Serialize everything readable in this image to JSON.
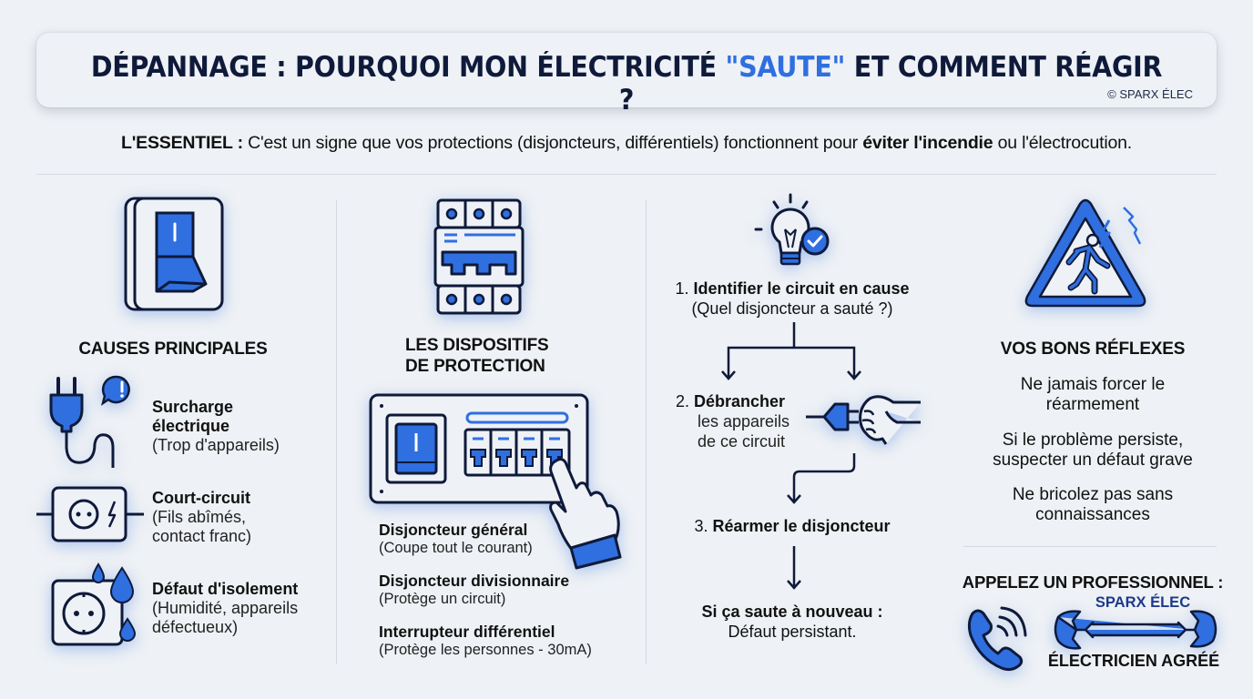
{
  "header": {
    "title_part1": "DÉPANNAGE : POURQUOI MON ÉLECTRICITÉ ",
    "title_highlight": "\"SAUTE\"",
    "title_part2": " ET COMMENT RÉAGIR ?",
    "copyright": "© SPARX ÉLEC"
  },
  "essentiel": {
    "label": "L'ESSENTIEL :",
    "text_before": " C'est un signe que vos protections (disjoncteurs, différentiels) fonctionnent pour ",
    "text_bold": "éviter l'incendie",
    "text_after": " ou l'électrocution."
  },
  "colors": {
    "accent": "#2f6fe0",
    "navy": "#0f1a3a",
    "background": "#eef1f5",
    "divider": "#d4d8df"
  },
  "causes": {
    "title": "CAUSES PRINCIPALES",
    "icon": "light-switch-icon",
    "items": [
      {
        "icon": "plug-alert-icon",
        "title_line1": "Surcharge",
        "title_line2": "électrique",
        "sub_line1": "(Trop d'appareils)",
        "sub_line2": ""
      },
      {
        "icon": "short-circuit-outlet-icon",
        "title_line1": "Court-circuit",
        "title_line2": "",
        "sub_line1": "(Fils abîmés,",
        "sub_line2": "contact franc)"
      },
      {
        "icon": "wet-outlet-icon",
        "title_line1": "Défaut d'isolement",
        "title_line2": "",
        "sub_line1": "(Humidité, appareils",
        "sub_line2": "défectueux)"
      }
    ]
  },
  "devices": {
    "title_line1": "LES DISPOSITIFS",
    "title_line2": "DE PROTECTION",
    "icon": "circuit-breaker-icon",
    "panel_icon": "electrical-panel-icon",
    "items": [
      {
        "title": "Disjoncteur général",
        "sub": "(Coupe tout le courant)"
      },
      {
        "title": "Disjoncteur divisionnaire",
        "sub": "(Protège un circuit)"
      },
      {
        "title": "Interrupteur différentiel",
        "sub": "(Protège les personnes - 30mA)"
      }
    ]
  },
  "steps": {
    "icon": "lightbulb-check-icon",
    "step1_num": "1. ",
    "step1_bold": "Identifier le circuit en cause",
    "step1_sub": "(Quel disjoncteur a sauté ?)",
    "step2_num": "2. ",
    "step2_bold": "Débrancher",
    "step2_sub_line1": "les appareils",
    "step2_sub_line2": "de ce circuit",
    "step3_num": "3. ",
    "step3_bold": "Réarmer le disjoncteur",
    "final_bold": "Si ça saute à nouveau :",
    "final_sub": "Défaut persistant."
  },
  "reflexes": {
    "title": "VOS BONS RÉFLEXES",
    "icon": "electric-danger-warning-icon",
    "tips": [
      {
        "line1": "Ne jamais forcer le",
        "line2": "réarmement"
      },
      {
        "line1": "Si le problème persiste,",
        "line2": "suspecter un défaut grave"
      },
      {
        "line1": "Ne bricolez pas sans",
        "line2": "connaissances"
      }
    ]
  },
  "contact": {
    "title": "APPELEZ UN PROFESSIONNEL :",
    "brand": "SPARX ÉLEC",
    "subtitle": "ÉLECTRICIEN AGRÉÉ",
    "phone_icon": "phone-ringing-icon",
    "wrench_icon": "wrench-icon"
  }
}
